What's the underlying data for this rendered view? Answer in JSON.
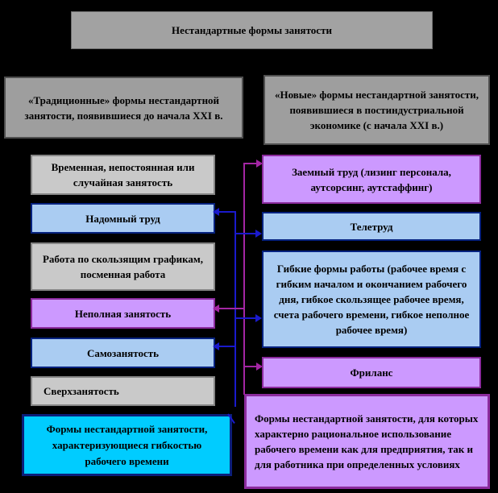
{
  "title": {
    "label": "Нестандартные формы занятости"
  },
  "columns": {
    "left": {
      "header": "«Традиционные» формы нестандартной занятости, появившиеся до начала XXI в.",
      "items": [
        {
          "label": "Временная, непостоянная или случайная занятость",
          "variant": "gray"
        },
        {
          "label": "Надомный труд",
          "variant": "blue"
        },
        {
          "label": "Работа по скользящим графикам, посменная работа",
          "variant": "gray"
        },
        {
          "label": "Неполная занятость",
          "variant": "purple"
        },
        {
          "label": "Самозанятость",
          "variant": "blue"
        },
        {
          "label": "Сверхзанятость",
          "variant": "gray"
        }
      ],
      "footer": "Формы нестандартной занятости, характеризующиеся гибкостью рабочего времени"
    },
    "right": {
      "header": "«Новые» формы нестандартной занятости, появившиеся в постиндустриальной экономике (с начала XXI в.)",
      "items": [
        {
          "label": "Заемный труд (лизинг персонала, аутсорсинг, аутстаффинг)",
          "variant": "purple"
        },
        {
          "label": "Телетруд",
          "variant": "blue"
        },
        {
          "label": "Гибкие формы работы (рабочее время с гибким началом и окончанием рабочего дня, гибкое скользящее рабочее время, счета рабочего времени, гибкое неполное рабочее время)",
          "variant": "blue"
        },
        {
          "label": "Фриланс",
          "variant": "purple"
        }
      ],
      "footer": "Формы нестандартной занятости, для которых характерно рациональное использование рабочего времени как для предприятия, так и для работника при определенных условиях"
    }
  },
  "colors": {
    "background": "#000000",
    "box_gray": "#c9c9c9",
    "header_gray": "#9e9e9e",
    "box_blue": "#aaccf2",
    "box_purple": "#cc99ff",
    "box_cyan": "#00ccff",
    "line_blue": "#1a1acc",
    "line_magenta": "#a326a3"
  }
}
